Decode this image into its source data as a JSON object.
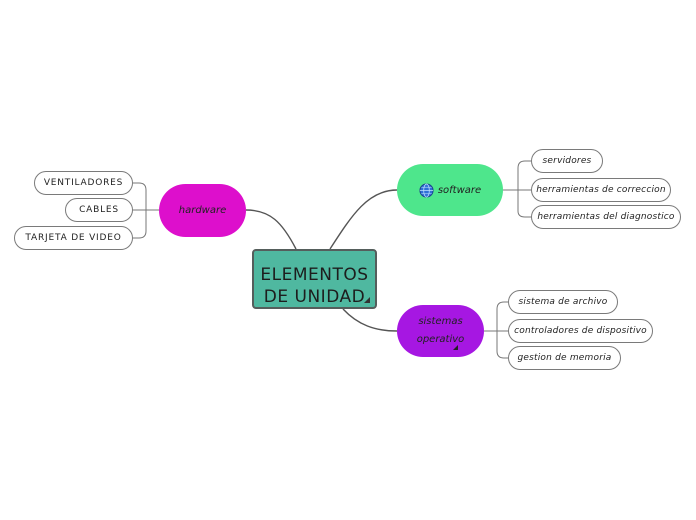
{
  "central": {
    "label": "ELEMENTOS DE UNIDAD"
  },
  "branches": {
    "hardware": {
      "label": "hardware",
      "color": "#dd0fcc",
      "items": [
        "VENTILADORES",
        "CABLES",
        "TARJETA DE VIDEO"
      ]
    },
    "software": {
      "label": "software",
      "color": "#4ee68c",
      "icon": "globe-icon",
      "items": [
        "servidores",
        "herramientas de correccion",
        "herramientas del diagnostico"
      ]
    },
    "sistemas": {
      "label_line1": "sistemas",
      "label_line2": "operativo",
      "color": "#a617e2",
      "items": [
        "sistema de archivo",
        "controladores de dispositivo",
        "gestion de memoria"
      ]
    }
  },
  "colors": {
    "central": "#4fb8a0",
    "link": "#555555"
  }
}
